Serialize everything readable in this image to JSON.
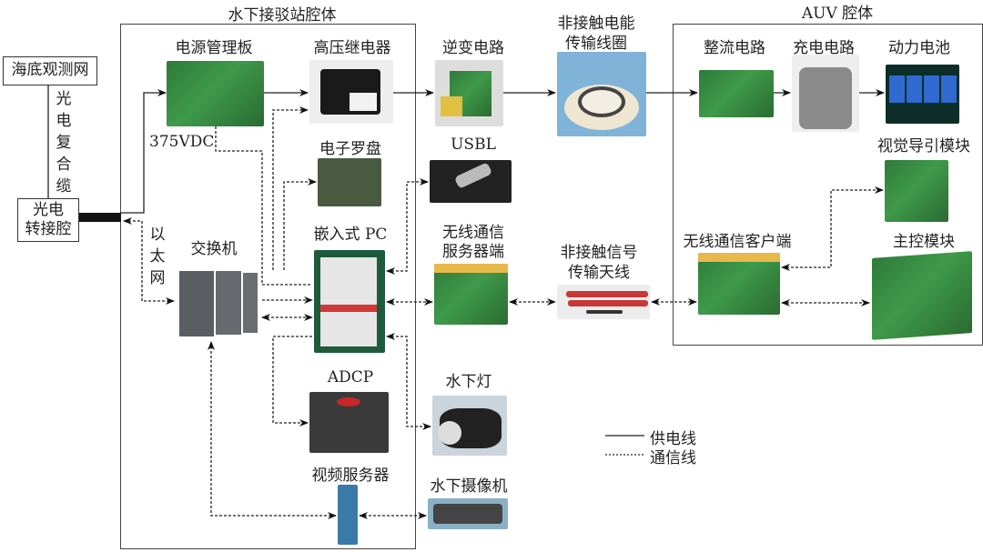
{
  "external": {
    "observatory": "海底观测网",
    "cable": "光电复合缆",
    "junction": "光电\n转接腔",
    "junction_line1": "光电",
    "junction_line2": "转接腔",
    "ethernet": "以太网"
  },
  "dock": {
    "title": "水下接驳站腔体",
    "voltage": "375VDC",
    "components": {
      "power_board": "电源管理板",
      "hv_relay": "高压继电器",
      "inverter": "逆变电路",
      "compass": "电子罗盘",
      "usbl": "USBL",
      "embedded_pc": "嵌入式 PC",
      "wireless_server_l1": "无线通信",
      "wireless_server_l2": "服务器端",
      "switch": "交换机",
      "adcp": "ADCP",
      "light": "水下灯",
      "video_server": "视频服务器",
      "camera": "水下摄像机"
    }
  },
  "middle": {
    "coil_l1": "非接触电能",
    "coil_l2": "传输线圈",
    "antenna_l1": "非接触信号",
    "antenna_l2": "传输天线"
  },
  "auv": {
    "title": "AUV 腔体",
    "components": {
      "rectifier": "整流电路",
      "charger": "充电电路",
      "battery": "动力电池",
      "vision": "视觉导引模块",
      "wireless_client": "无线通信客户端",
      "main_control": "主控模块"
    }
  },
  "legend": {
    "power_line": "供电线",
    "comm_line": "通信线"
  }
}
